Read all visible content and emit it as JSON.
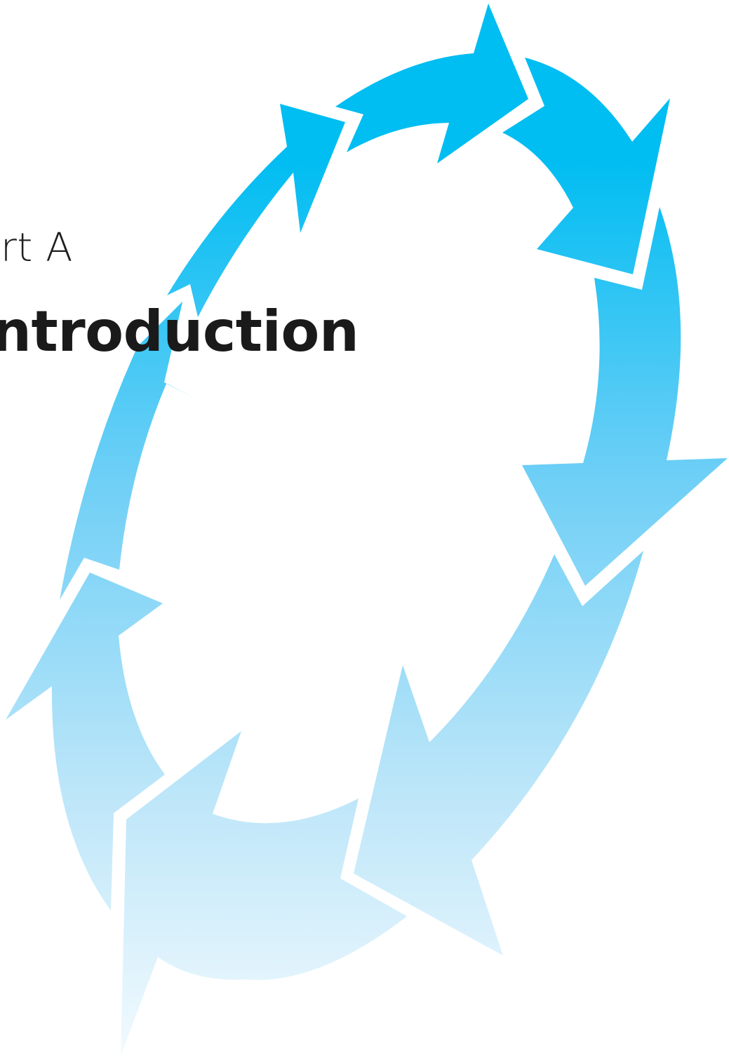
{
  "part": {
    "label": "art A"
  },
  "chapter": {
    "title": "ntroduction"
  },
  "graphic": {
    "name": "cyclic-arrows",
    "arrow_count": 9,
    "gradient_top_color": "#00BDF2",
    "gradient_mid_color": "#6ECFF6",
    "gradient_bottom_color": "#F2FAFE"
  }
}
